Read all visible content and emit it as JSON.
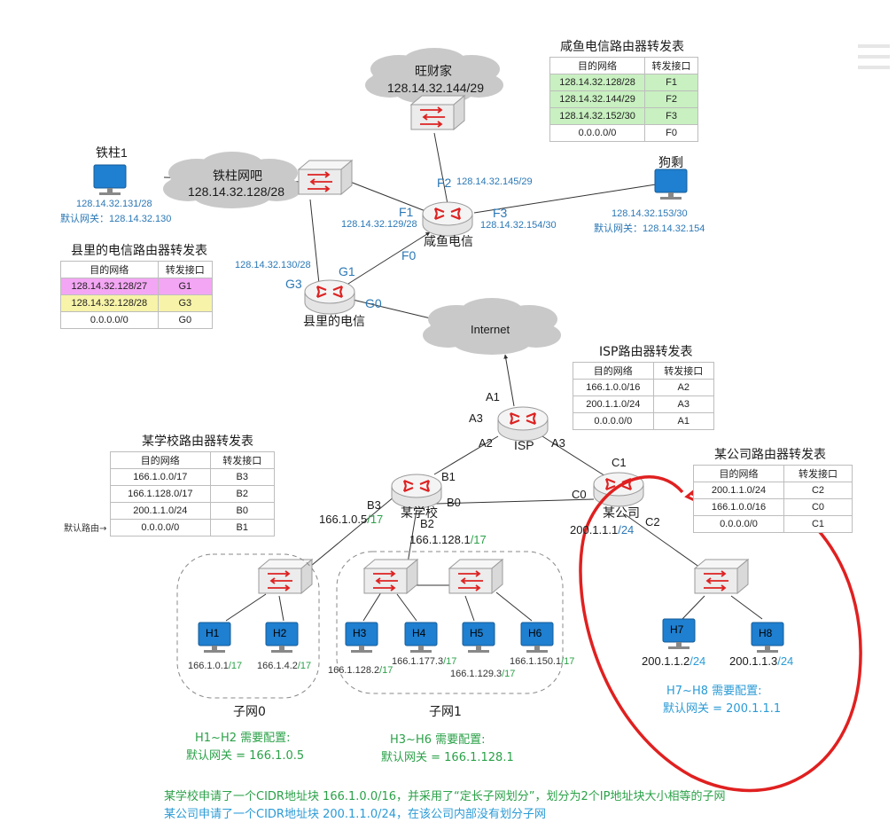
{
  "clouds": {
    "wangcai": {
      "name": "旺财家",
      "net": "128.14.32.144/29"
    },
    "tiezhu": {
      "name": "铁柱网吧",
      "net": "128.14.32.128/28"
    },
    "internet": {
      "name": "Internet"
    }
  },
  "routers": {
    "xianyu": "咸鱼电信",
    "county": "县里的电信",
    "isp": "ISP",
    "school": "某学校",
    "company": "某公司"
  },
  "pcs": {
    "tiezhu1": {
      "name": "铁柱1",
      "ip": "128.14.32.131/28",
      "gw": "默认网关：128.14.32.130"
    },
    "gousheng": {
      "name": "狗剩",
      "ip": "128.14.32.153/30",
      "gw": "默认网关：128.14.32.154"
    },
    "h1": {
      "name": "H1",
      "ip": "166.1.0.1",
      "mask": "/17"
    },
    "h2": {
      "name": "H2",
      "ip": "166.1.4.2",
      "mask": "/17"
    },
    "h3": {
      "name": "H3",
      "ip": "166.1.128.2",
      "mask": "/17"
    },
    "h4": {
      "name": "H4",
      "ip": "166.1.177.3",
      "mask": "/17"
    },
    "h5": {
      "name": "H5",
      "ip": "166.1.129.3",
      "mask": "/17"
    },
    "h6": {
      "name": "H6",
      "ip": "166.1.150.1",
      "mask": "/17"
    },
    "h7": {
      "name": "H7",
      "ip": "200.1.1.2",
      "mask": "/24"
    },
    "h8": {
      "name": "H8",
      "ip": "200.1.1.3",
      "mask": "/24"
    }
  },
  "links": {
    "f2_ip": "128.14.32.145/29",
    "f1_ip": "128.14.32.129/28",
    "f3_ip": "128.14.32.154/30",
    "g3_ip": "128.14.32.130/28",
    "b3_ip": "166.1.0.5",
    "b3_mask": "/17",
    "b2_ip": "166.1.128.1",
    "b2_mask": "/17",
    "c0_ip": "200.1.1.1",
    "c0_mask": "/24"
  },
  "ifaces": {
    "F1": "F1",
    "F2": "F2",
    "F3": "F3",
    "F0": "F0",
    "G1": "G1",
    "G3": "G3",
    "G0": "G0",
    "A1": "A1",
    "A3a": "A3",
    "A2": "A2",
    "A3b": "A3",
    "B1": "B1",
    "B0": "B0",
    "B3": "B3",
    "B2": "B2",
    "C1": "C1",
    "C0": "C0",
    "C2": "C2"
  },
  "tables": {
    "xianyu": {
      "title": "咸鱼电信路由器转发表",
      "head": [
        "目的网络",
        "转发接口"
      ],
      "rows": [
        [
          "128.14.32.128/28",
          "F1"
        ],
        [
          "128.14.32.144/29",
          "F2"
        ],
        [
          "128.14.32.152/30",
          "F3"
        ],
        [
          "0.0.0.0/0",
          "F0"
        ]
      ]
    },
    "county": {
      "title": "县里的电信路由器转发表",
      "head": [
        "目的网络",
        "转发接口"
      ],
      "rows": [
        [
          "128.14.32.128/27",
          "G1"
        ],
        [
          "128.14.32.128/28",
          "G3"
        ],
        [
          "0.0.0.0/0",
          "G0"
        ]
      ]
    },
    "isp": {
      "title": "ISP路由器转发表",
      "head": [
        "目的网络",
        "转发接口"
      ],
      "rows": [
        [
          "166.1.0.0/16",
          "A2"
        ],
        [
          "200.1.1.0/24",
          "A3"
        ],
        [
          "0.0.0.0/0",
          "A1"
        ]
      ]
    },
    "school": {
      "title": "某学校路由器转发表",
      "head": [
        "目的网络",
        "转发接口"
      ],
      "rows": [
        [
          "166.1.0.0/17",
          "B3"
        ],
        [
          "166.1.128.0/17",
          "B2"
        ],
        [
          "200.1.1.0/24",
          "B0"
        ],
        [
          "0.0.0.0/0",
          "B1"
        ]
      ],
      "default_label": "默认路由→"
    },
    "company": {
      "title": "某公司路由器转发表",
      "head": [
        "目的网络",
        "转发接口"
      ],
      "rows": [
        [
          "200.1.1.0/24",
          "C2"
        ],
        [
          "166.1.0.0/16",
          "C0"
        ],
        [
          "0.0.0.0/0",
          "C1"
        ]
      ]
    }
  },
  "subnets": {
    "s0": "子网0",
    "s1": "子网1"
  },
  "notes": {
    "h1h2_title": "H1~H2 需要配置:",
    "h1h2_gw": "默认网关 = 166.1.0.5",
    "h3h6_title": "H3~H6 需要配置:",
    "h3h6_gw": "默认网关 = 166.1.128.1",
    "h7h8_title": "H7~H8 需要配置:",
    "h7h8_gw": "默认网关 = 200.1.1.1",
    "bottom1": "某学校申请了一个CIDR地址块 166.1.0.0/16，并采用了“定长子网划分”，划分为2个IP地址块大小相等的子网",
    "bottom2": "某公司申请了一个CIDR地址块 200.1.1.0/24，在该公司内部没有划分子网"
  },
  "colors": {
    "green_row": "#c8f0c0",
    "pink_row": "#f3a6f3",
    "yellow_row": "#f7f3a8",
    "accent_blue": "#2b78b6",
    "note_green": "#2aa148",
    "note_blue": "#2b9bd6",
    "highlight_red": "#e02020"
  }
}
